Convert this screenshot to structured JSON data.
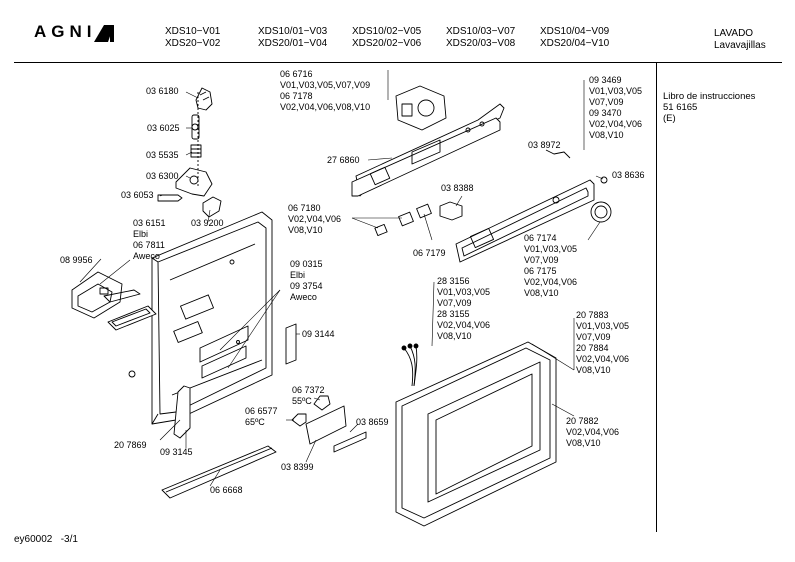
{
  "header": {
    "brand": "AGNI",
    "models": [
      [
        "XDS10−V01",
        "XDS20−V02"
      ],
      [
        "XDS10/01−V03",
        "XDS20/01−V04"
      ],
      [
        "XDS10/02−V05",
        "XDS20/02−V06"
      ],
      [
        "XDS10/03−V07",
        "XDS20/03−V08"
      ],
      [
        "XDS10/04−V09",
        "XDS20/04−V10"
      ]
    ],
    "category_line1": "LAVADO",
    "category_line2": "Lavavajillas"
  },
  "sidebar": {
    "line1": "Libro de instrucciones",
    "line2": "51 6165",
    "line3": "(E)"
  },
  "labels": [
    "03 6180",
    "03 6025",
    "03 5535",
    "03 6300",
    "03 6053",
    "03 9200",
    "03 6151\nElbi\n06 7811\nAweco",
    "08 9956",
    "06 6716\nV01,V03,V05,V07,V09\n06 7178\nV02,V04,V06,V08,V10",
    "27 6860",
    "06 7180\nV02,V04,V06\nV08,V10",
    "06 7179",
    "03 8388",
    "09 3469\nV01,V03,V05\nV07,V09\n09 3470\nV02,V04,V06\nV08,V10",
    "03 8972",
    "03 8636",
    "06 7174\nV01,V03,V05\nV07,V09\n06 7175\nV02,V04,V06\nV08,V10",
    "09 0315\nElbi\n09 3754\nAweco",
    "09 3144",
    "28 3156\nV01,V03,V05\nV07,V09\n28 3155\nV02,V04,V06\nV08,V10",
    "20 7883\nV01,V03,V05\nV07,V09\n20 7884\nV02,V04,V06\nV08,V10",
    "06 7372\n55ºC",
    "06 6577\n65ºC",
    "03 8659",
    "20 7869",
    "09 3145",
    "03 8399",
    "20 7882\nV02,V04,V06\nV08,V10",
    "06 6668"
  ],
  "footer": {
    "code": "ey60002",
    "page": "-3/1"
  }
}
